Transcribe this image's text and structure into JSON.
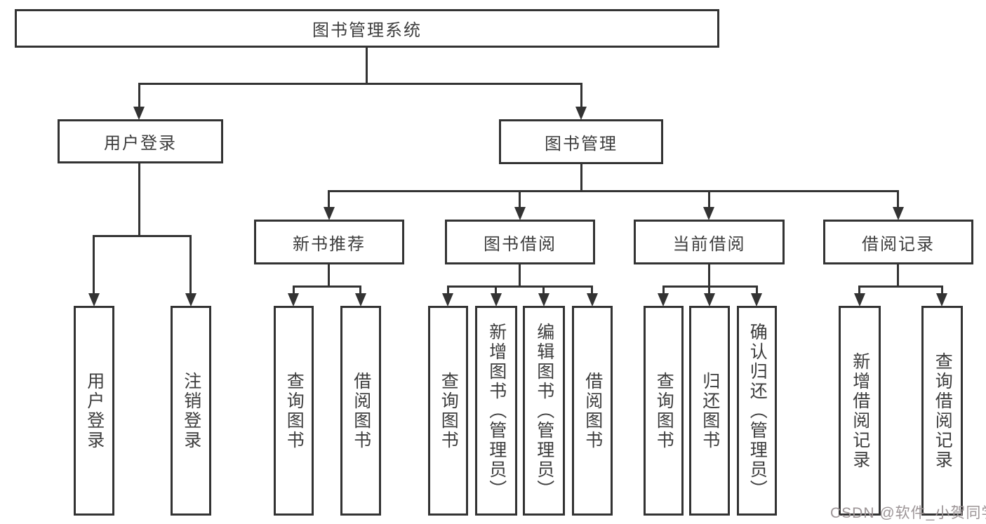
{
  "diagram": {
    "type": "hierarchy-tree",
    "tree": {
      "label": "图书管理系统",
      "children": [
        {
          "label": "用户登录",
          "children": [
            {
              "label": "用户登录"
            },
            {
              "label": "注销登录"
            }
          ]
        },
        {
          "label": "图书管理",
          "children": [
            {
              "label": "新书推荐",
              "children": [
                {
                  "label": "查询图书"
                },
                {
                  "label": "借阅图书"
                }
              ]
            },
            {
              "label": "图书借阅",
              "children": [
                {
                  "label": "查询图书"
                },
                {
                  "label": "新增图书（管理员）"
                },
                {
                  "label": "编辑图书（管理员）"
                },
                {
                  "label": "借阅图书"
                }
              ]
            },
            {
              "label": "当前借阅",
              "children": [
                {
                  "label": "查询图书"
                },
                {
                  "label": "归还图书"
                },
                {
                  "label": "确认归还（管理员）"
                }
              ]
            },
            {
              "label": "借阅记录",
              "children": [
                {
                  "label": "新增借阅记录"
                },
                {
                  "label": "查询借阅记录"
                }
              ]
            }
          ]
        }
      ]
    },
    "colors": {
      "line": "#333333",
      "text": "#3d3d3d",
      "background": "#ffffff",
      "watermark": "#9c9496"
    },
    "watermark": "CSDN @软件_小贺同学"
  }
}
